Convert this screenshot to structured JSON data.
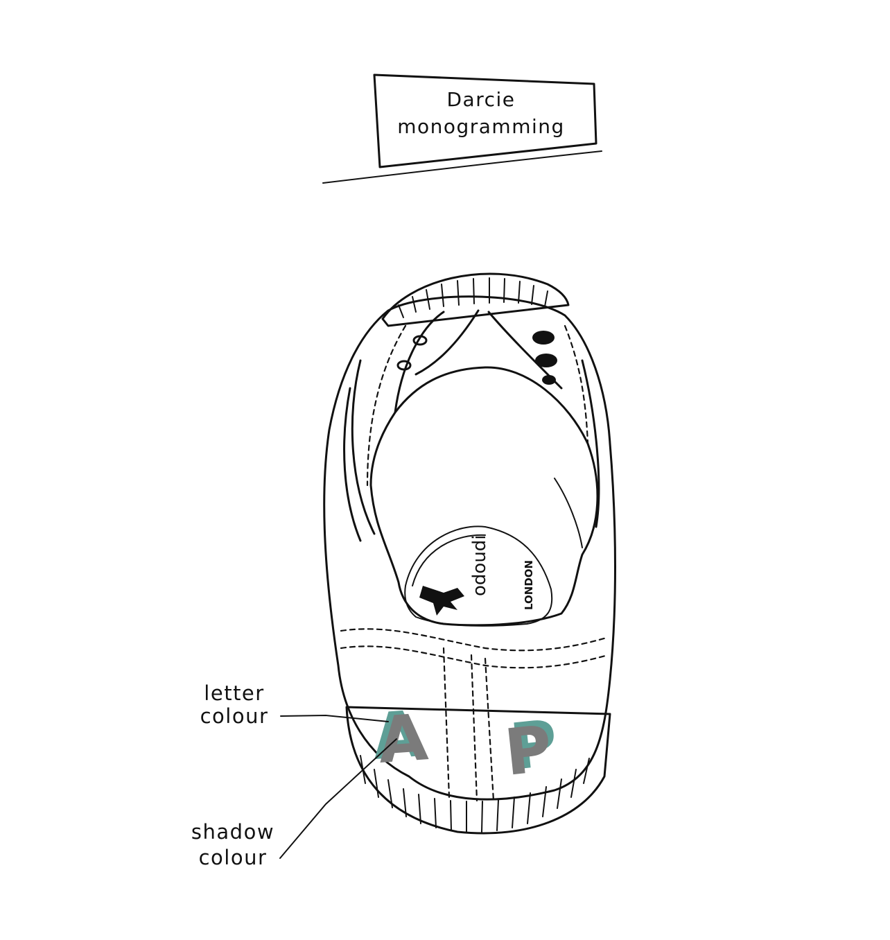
{
  "title": {
    "line1": "Darcie",
    "line2": "monogramming"
  },
  "labels": {
    "letter": {
      "line1": "letter",
      "line2": "colour"
    },
    "shadow": {
      "line1": "shadow",
      "line2": "colour"
    }
  },
  "monogram": {
    "letter1": "A",
    "letter2": "P",
    "letter_color": "#7b7b7b",
    "shadow_color": "#5e9f96"
  },
  "insole_brand": "odoudi",
  "insole_text": "LONDON",
  "colors": {
    "canvas": "#a8c6dc",
    "ink": "#111111",
    "background": "#ffffff",
    "sole": "#ffffff"
  }
}
